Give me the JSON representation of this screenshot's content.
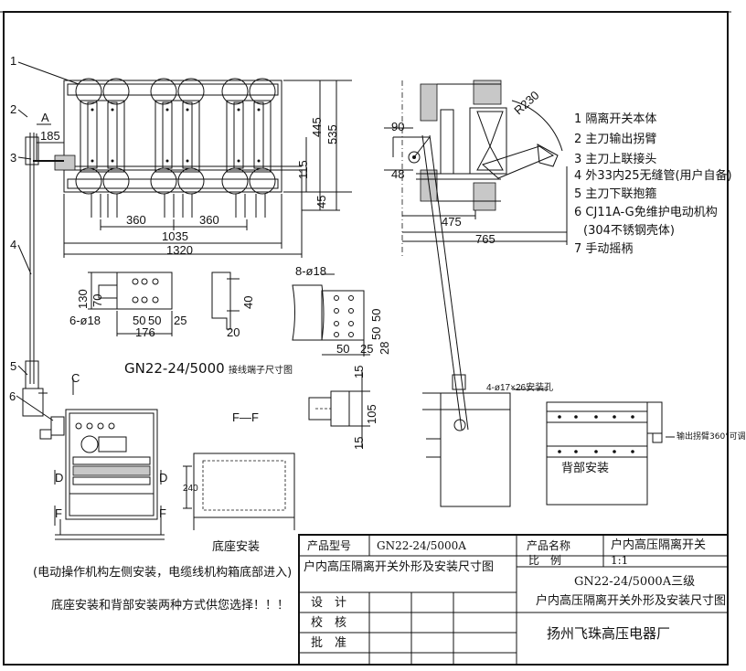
{
  "legend": {
    "items": [
      "1  隔离开关本体",
      "2 主刀输出拐臂",
      "3 主刀上联接头",
      "4  外33内25无缝管(用户自备)",
      "5  主刀下联抱箍",
      "6 CJ11A-G免维护电动机构",
      "(304不锈钢壳体)",
      "7 手动摇柄"
    ]
  },
  "callouts": [
    "1",
    "2",
    "3",
    "4",
    "5",
    "6"
  ],
  "section_marks": {
    "a": "A",
    "c": "C",
    "d": "D",
    "f": "F",
    "ff_title": "F—F"
  },
  "front_view": {
    "dims": [
      "185",
      "360",
      "360",
      "1035",
      "1320",
      "445",
      "535",
      "115",
      "45"
    ]
  },
  "side_view": {
    "dims": [
      "90",
      "48",
      "R230",
      "475",
      "765"
    ]
  },
  "terminal_detail": {
    "title": "GN22-24/5000",
    "subtitle": "接线端子尺寸图",
    "dims": [
      "130",
      "70",
      "6-ø18",
      "50",
      "50",
      "25",
      "176",
      "20",
      "40"
    ]
  },
  "detail_8": {
    "dims": [
      "8-ø18",
      "50",
      "50",
      "50",
      "25",
      "28"
    ]
  },
  "detail_small": {
    "dims": [
      "15",
      "105",
      "15"
    ]
  },
  "base_install": {
    "label": "底座安装",
    "dim": "240"
  },
  "back_install": {
    "label": "背部安装",
    "hole_note": "4-ø17×26安装孔",
    "rotate_note": "输出拐臂360°可调"
  },
  "notes": {
    "line1": "(电动操作机构左侧安装，电缆线机构箱底部进入)",
    "line2": "底座安装和背部安装两种方式供您选择！！！"
  },
  "title_block": {
    "model_label": "产品型号",
    "model_value": "GN22-24/5000A",
    "drawing_title": "户内高压隔离开关外形及安装尺寸图",
    "name_label": "产品名称",
    "name_value": "户内高压隔离开关",
    "scale_label": "比　例",
    "scale_value": "1:1",
    "series_line1": "GN22-24/5000A三级",
    "series_line2": "户内高压隔离开关外形及安装尺寸图",
    "design_label": "设　计",
    "check_label": "校　核",
    "approve_label": "批　准",
    "company": "扬州飞珠高压电器厂"
  },
  "colors": {
    "ink": "#111111",
    "paper": "#ffffff"
  }
}
